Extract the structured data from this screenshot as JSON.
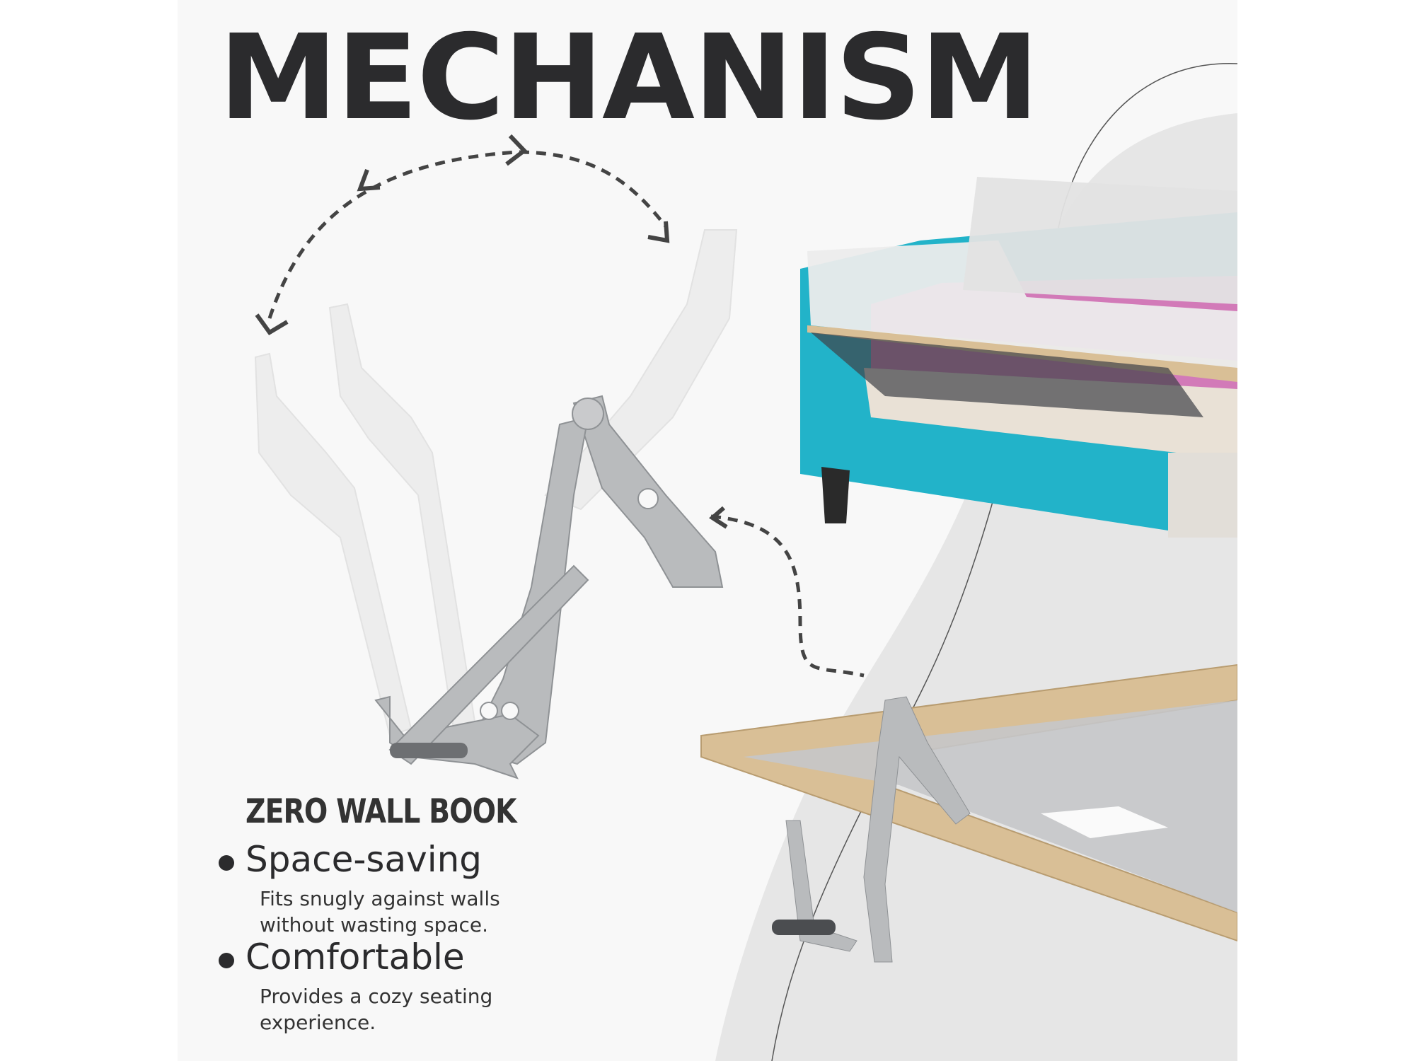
{
  "title": "MECHANISM",
  "subtitle": "ZERO WALL BOOK",
  "features": [
    {
      "heading": "Space-saving",
      "description_lines": [
        "Fits snugly against walls",
        "without wasting space."
      ]
    },
    {
      "heading": "Comfortable",
      "description_lines": [
        "Provides a cozy seating",
        "experience."
      ]
    }
  ],
  "colors": {
    "background": "#f8f8f8",
    "blob": "#e6e6e6",
    "text": "#2b2b2d",
    "fabric_teal": "#22b3c9",
    "fabric_pink": "#d27ab8",
    "wood": "#d9bf96",
    "metal": "#b9bbbd"
  }
}
